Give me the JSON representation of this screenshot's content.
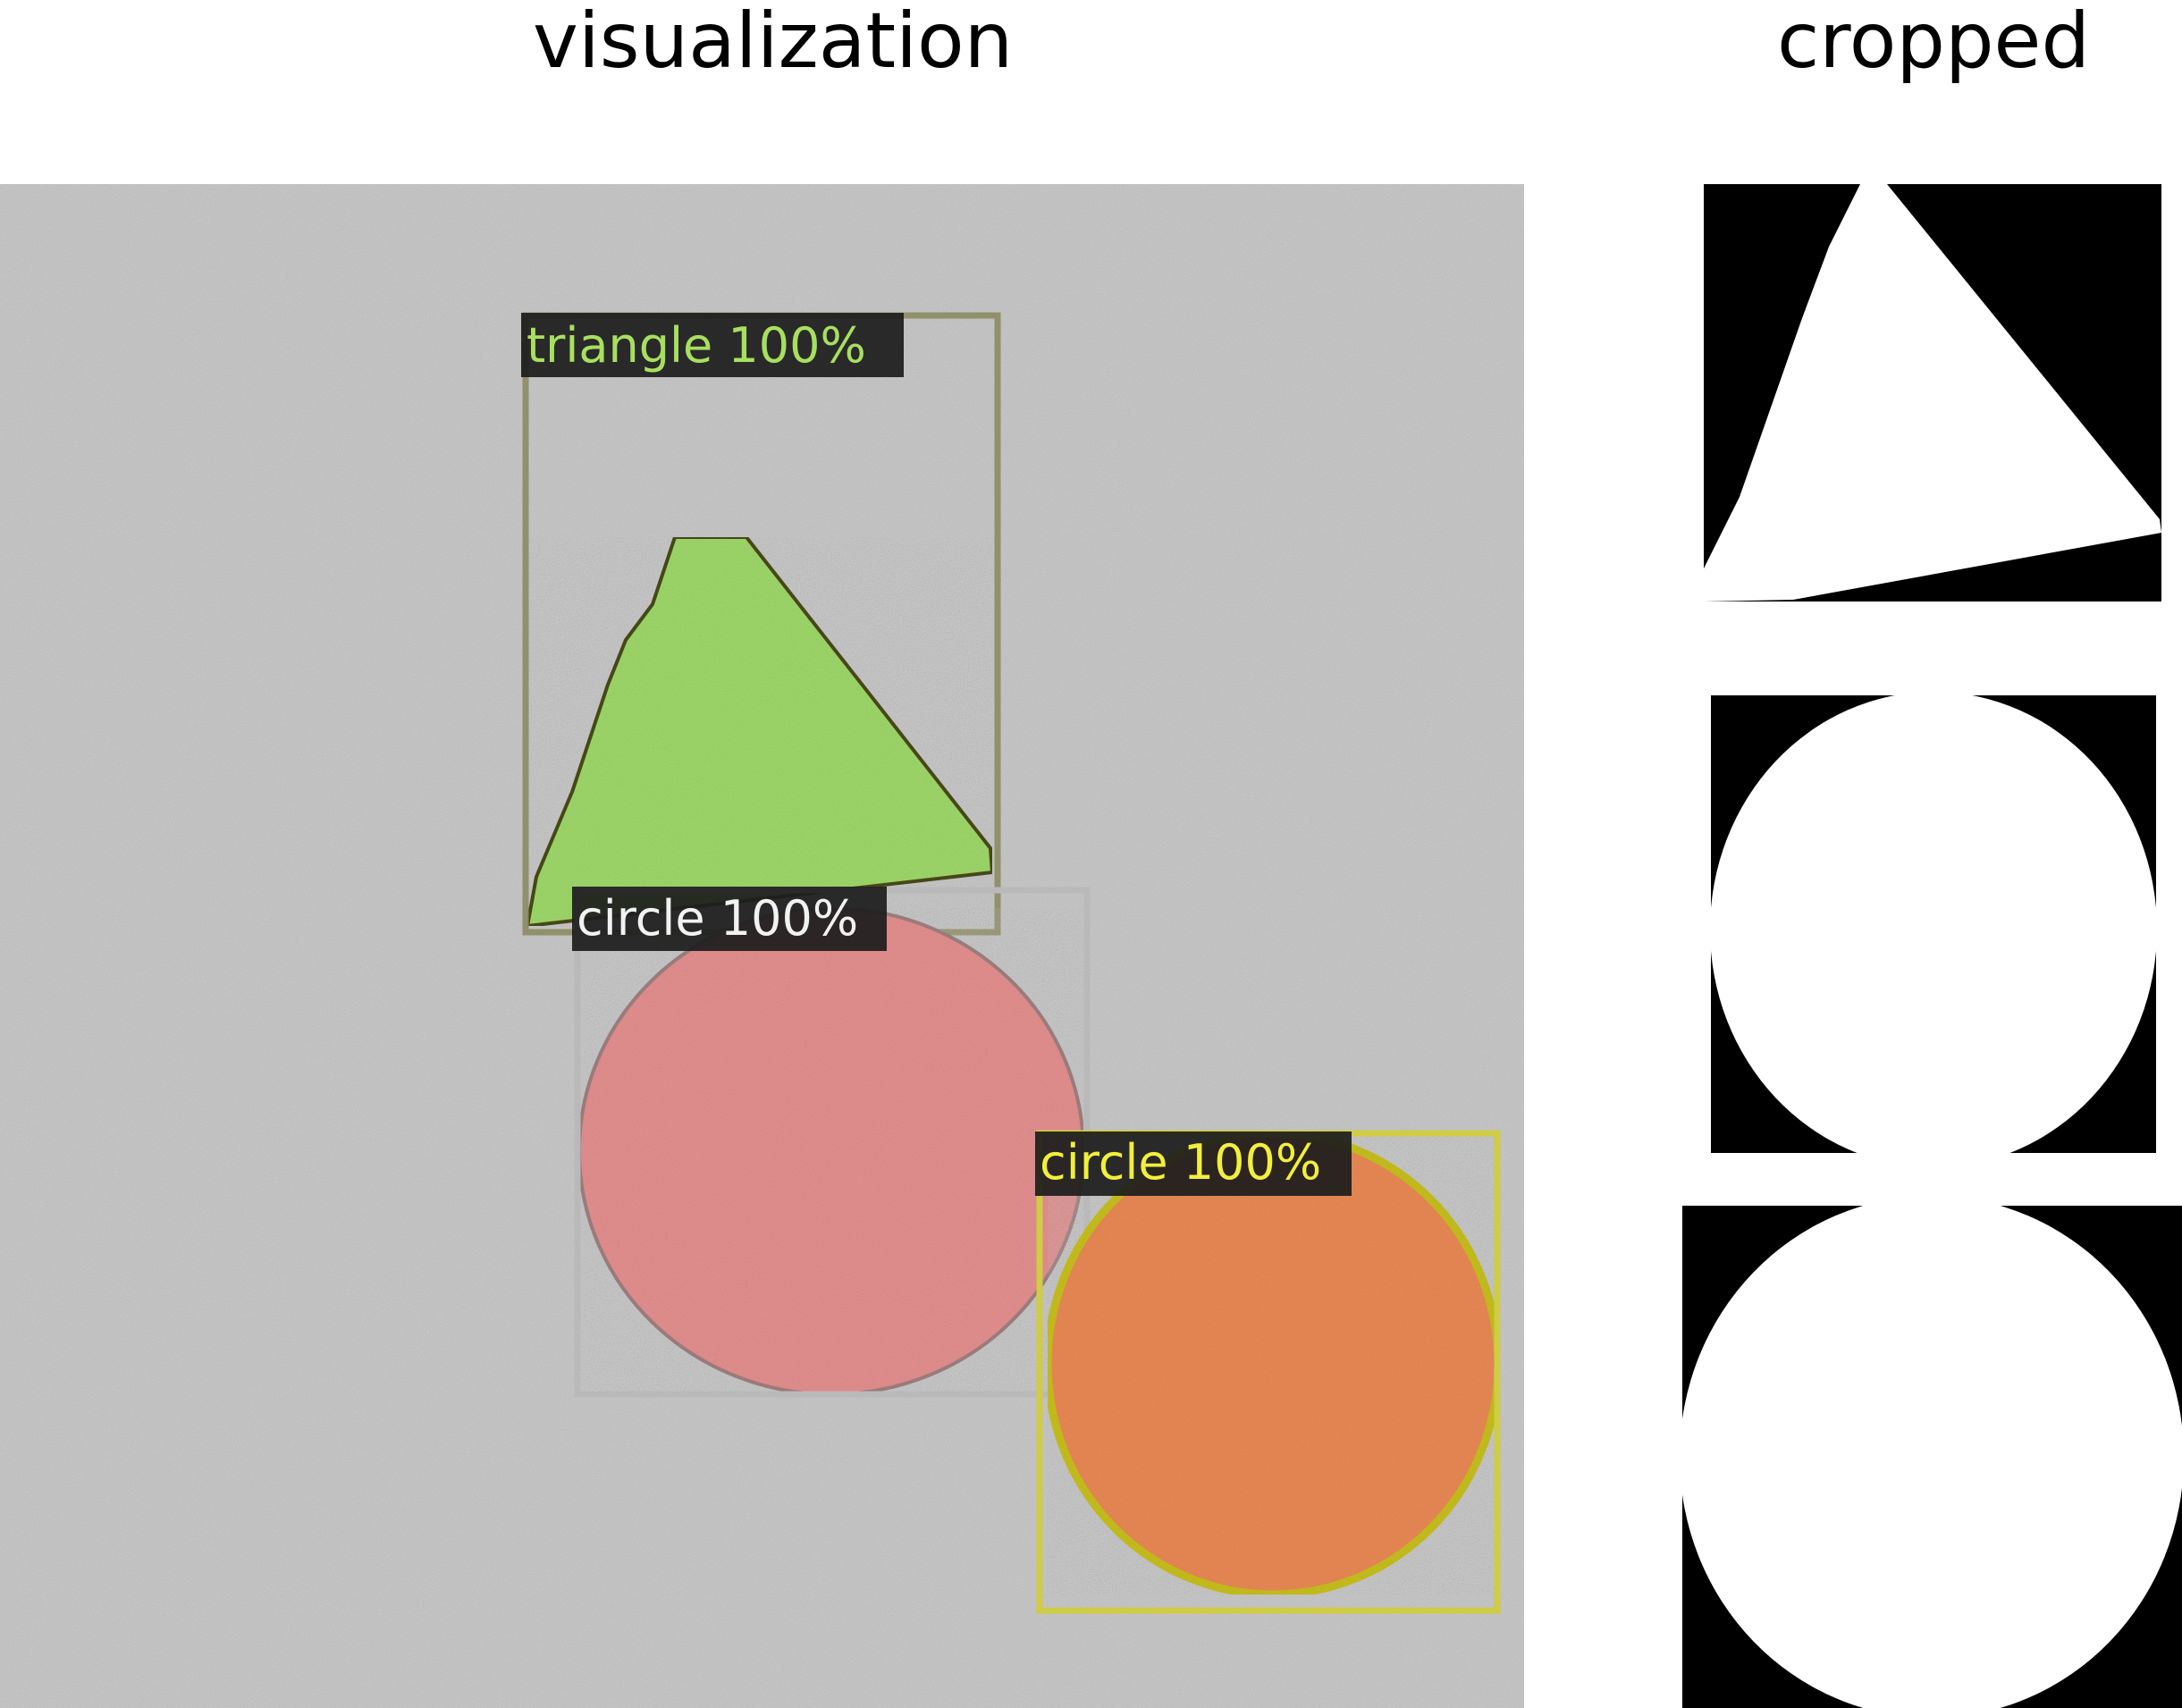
{
  "headings": {
    "visualization": "visualization",
    "cropped": "cropped"
  },
  "detections": [
    {
      "label": "triangle",
      "score_text": "100%",
      "class": "triangle",
      "box_color": "#8b8b62",
      "mask_color": "#9fd96a",
      "text_color": "#a7e05f"
    },
    {
      "label": "circle",
      "score_text": "100%",
      "class": "circle",
      "box_color": "#b9b9b9",
      "mask_color": "#e59090",
      "text_color": "#f2f2f2"
    },
    {
      "label": "circle",
      "score_text": "100%",
      "class": "circle",
      "box_color": "#cfcc45",
      "mask_color": "#ea8a55",
      "text_color": "#f2ef3c"
    }
  ],
  "cropped_masks": [
    "triangle",
    "circle",
    "circle"
  ],
  "colors": {
    "background_noise": "#c9c9c9",
    "mask_foreground": "#ffffff",
    "mask_background": "#000000",
    "label_box": "#1c1c1c"
  }
}
